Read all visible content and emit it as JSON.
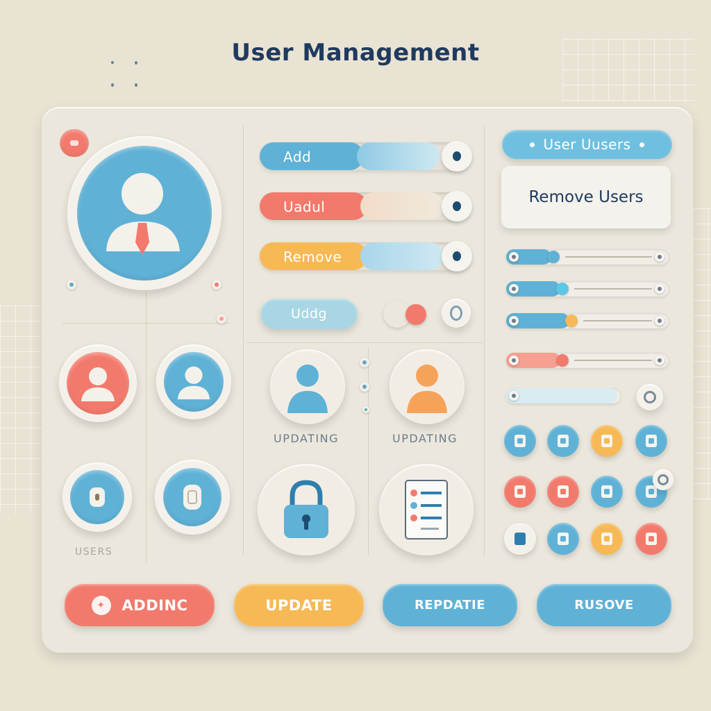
{
  "page": {
    "title": "User Management"
  },
  "colors": {
    "blue": "#5fb1d6",
    "blue_dark": "#1c4c70",
    "coral": "#f27a6c",
    "orange": "#f6b956",
    "cream": "#f4f1ea",
    "navy": "#1f3a5f"
  },
  "sliders": [
    {
      "label": "Add",
      "color": "#5fb1d6"
    },
    {
      "label": "Uadul",
      "color": "#f27a6c"
    },
    {
      "label": "Remove",
      "color": "#f6b956"
    }
  ],
  "small_button": {
    "label": "Uddg"
  },
  "right_panel": {
    "users_pill": "User Uusers",
    "remove_users": "Remove Users"
  },
  "captions": {
    "updating_1": "UPDATING",
    "updating_2": "UPDATING",
    "users": "USERS"
  },
  "bottom_buttons": [
    {
      "label": "ADDINC",
      "color": "#f27a6c"
    },
    {
      "label": "UPDATE",
      "color": "#f6b956"
    },
    {
      "label": "RЕPDATIE",
      "color": "#5fb1d6"
    },
    {
      "label": "RUSOVE",
      "color": "#5fb1d6"
    }
  ],
  "mini_sliders": [
    {
      "value": 0.35,
      "color": "#5fb1d6",
      "thumb": "#5fb1d6"
    },
    {
      "value": 0.45,
      "color": "#5fb1d6",
      "thumb": "#5fc7e6"
    },
    {
      "value": 0.55,
      "color": "#5fb1d6",
      "thumb": "#f6b956"
    },
    {
      "value": 0.45,
      "color": "#f6a092",
      "thumb": "#f27a6c"
    },
    {
      "value": 0.85,
      "color": "#d8ecf2",
      "thumb": "#f6f4ee"
    }
  ],
  "icon_grid": [
    [
      "#5fb1d6",
      "#5fb1d6",
      "#f6b956",
      "#5fb1d6"
    ],
    [
      "#f27a6c",
      "#f27a6c",
      "#5fb1d6",
      "#5fb1d6"
    ],
    [
      "#f4f1ea",
      "#5fb1d6",
      "#f6b956",
      "#f27a6c"
    ]
  ]
}
